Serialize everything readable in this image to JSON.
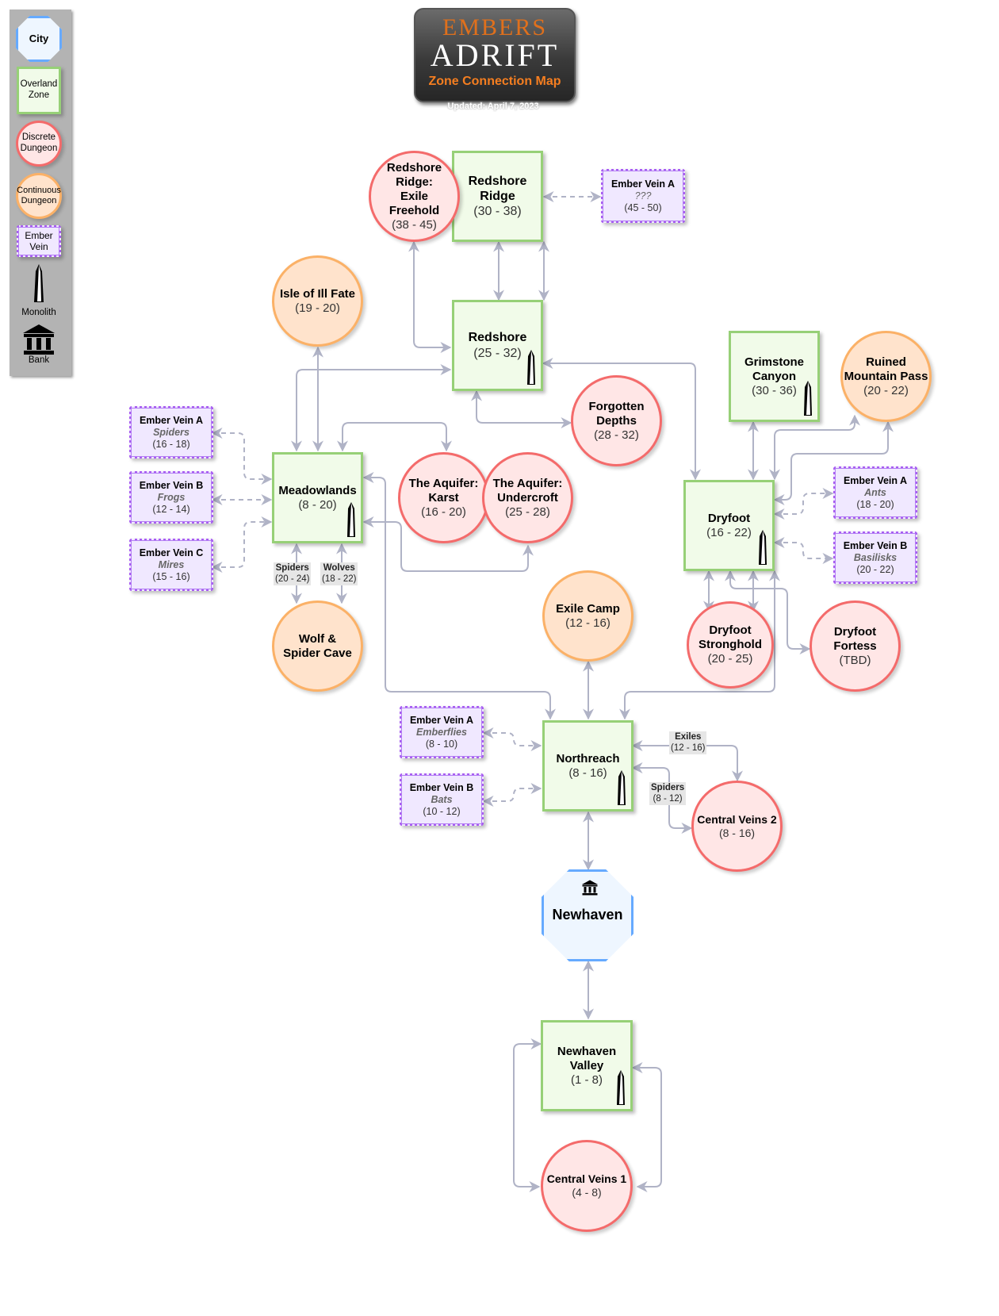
{
  "header": {
    "logo_line1": "EMBERS",
    "logo_line2": "ADRIFT",
    "subtitle": "Zone Connection Map",
    "updated": "Updated: April 7, 2023"
  },
  "legend": {
    "city": "City",
    "overland_zone": "Overland Zone",
    "discrete_dungeon": "Discrete Dungeon",
    "continuous_dungeon": "Continuous Dungeon",
    "ember_vein": "Ember Vein",
    "monolith": "Monolith",
    "bank": "Bank"
  },
  "colors": {
    "zone_fill": "#f1fbe9",
    "zone_border": "#97d077",
    "discrete_fill": "#ffe6e6",
    "discrete_border": "#f46b6b",
    "continuous_fill": "#ffe3cc",
    "continuous_border": "#fbb167",
    "vein_fill": "#f0e8ff",
    "vein_border": "#a85cf2",
    "city_fill": "#eef6ff",
    "city_border": "#66aaff",
    "edge": "#b0b3c6",
    "title_accent": "#f57e20"
  },
  "nodes": {
    "redshore_ridge": {
      "name": "Redshore Ridge",
      "levels": "(30 - 38)",
      "type": "overland_zone"
    },
    "exile_freehold": {
      "name": "Redshore Ridge: Exile Freehold",
      "levels": "(38 - 45)",
      "type": "discrete_dungeon"
    },
    "rr_vein_a": {
      "name": "Ember Vein A",
      "creature": "???",
      "levels": "(45 - 50)",
      "type": "ember_vein"
    },
    "redshore": {
      "name": "Redshore",
      "levels": "(25 - 32)",
      "type": "overland_zone",
      "monolith": true
    },
    "isle_ill_fate": {
      "name": "Isle of Ill Fate",
      "levels": "(19 - 20)",
      "type": "continuous_dungeon"
    },
    "forgotten_depths": {
      "name": "Forgotten Depths",
      "levels": "(28 - 32)",
      "type": "discrete_dungeon"
    },
    "grimstone": {
      "name": "Grimstone Canyon",
      "levels": "(30 - 36)",
      "type": "overland_zone",
      "monolith": true
    },
    "ruined_pass": {
      "name": "Ruined Mountain Pass",
      "levels": "(20 - 22)",
      "type": "continuous_dungeon"
    },
    "md_vein_a": {
      "name": "Ember Vein A",
      "creature": "Spiders",
      "levels": "(16 - 18)",
      "type": "ember_vein"
    },
    "md_vein_b": {
      "name": "Ember Vein B",
      "creature": "Frogs",
      "levels": "(12 - 14)",
      "type": "ember_vein"
    },
    "md_vein_c": {
      "name": "Ember Vein C",
      "creature": "Mires",
      "levels": "(15 - 16)",
      "type": "ember_vein"
    },
    "meadowlands": {
      "name": "Meadowlands",
      "levels": "(8 - 20)",
      "type": "overland_zone",
      "monolith": true
    },
    "aquifer_karst": {
      "name": "The Aquifer: Karst",
      "levels": "(16 - 20)",
      "type": "discrete_dungeon"
    },
    "aquifer_undercroft": {
      "name": "The Aquifer: Undercroft",
      "levels": "(25 - 28)",
      "type": "discrete_dungeon"
    },
    "dryfoot": {
      "name": "Dryfoot",
      "levels": "(16 - 22)",
      "type": "overland_zone",
      "monolith": true
    },
    "df_vein_a": {
      "name": "Ember Vein A",
      "creature": "Ants",
      "levels": "(18 - 20)",
      "type": "ember_vein"
    },
    "df_vein_b": {
      "name": "Ember Vein B",
      "creature": "Basilisks",
      "levels": "(20 - 22)",
      "type": "ember_vein"
    },
    "wolf_spider_cave": {
      "name": "Wolf & Spider Cave",
      "levels": "",
      "type": "continuous_dungeon"
    },
    "exile_camp": {
      "name": "Exile Camp",
      "levels": "(12 - 16)",
      "type": "continuous_dungeon"
    },
    "dryfoot_stronghold": {
      "name": "Dryfoot Stronghold",
      "levels": "(20 - 25)",
      "type": "discrete_dungeon"
    },
    "dryfoot_fortess": {
      "name": "Dryfoot Fortess",
      "levels": "(TBD)",
      "type": "discrete_dungeon"
    },
    "nr_vein_a": {
      "name": "Ember Vein A",
      "creature": "Emberflies",
      "levels": "(8 - 10)",
      "type": "ember_vein"
    },
    "nr_vein_b": {
      "name": "Ember Vein B",
      "creature": "Bats",
      "levels": "(10 - 12)",
      "type": "ember_vein"
    },
    "northreach": {
      "name": "Northreach",
      "levels": "(8 - 16)",
      "type": "overland_zone",
      "monolith": true
    },
    "central_veins_2": {
      "name": "Central Veins 2",
      "levels": "(8 - 16)",
      "type": "discrete_dungeon"
    },
    "newhaven": {
      "name": "Newhaven",
      "type": "city",
      "bank": true
    },
    "newhaven_valley": {
      "name": "Newhaven Valley",
      "levels": "(1 - 8)",
      "type": "overland_zone",
      "monolith": true
    },
    "central_veins_1": {
      "name": "Central Veins 1",
      "levels": "(4 - 8)",
      "type": "discrete_dungeon"
    }
  },
  "edge_labels": {
    "spiders_cave": {
      "name": "Spiders",
      "levels": "(20 - 24)"
    },
    "wolves_cave": {
      "name": "Wolves",
      "levels": "(18 - 22)"
    },
    "exiles_cv2": {
      "name": "Exiles",
      "levels": "(12 - 16)"
    },
    "spiders_cv2": {
      "name": "Spiders",
      "levels": "(8 - 12)"
    }
  },
  "icons": {
    "monolith": "monolith-icon",
    "bank": "bank-icon"
  }
}
